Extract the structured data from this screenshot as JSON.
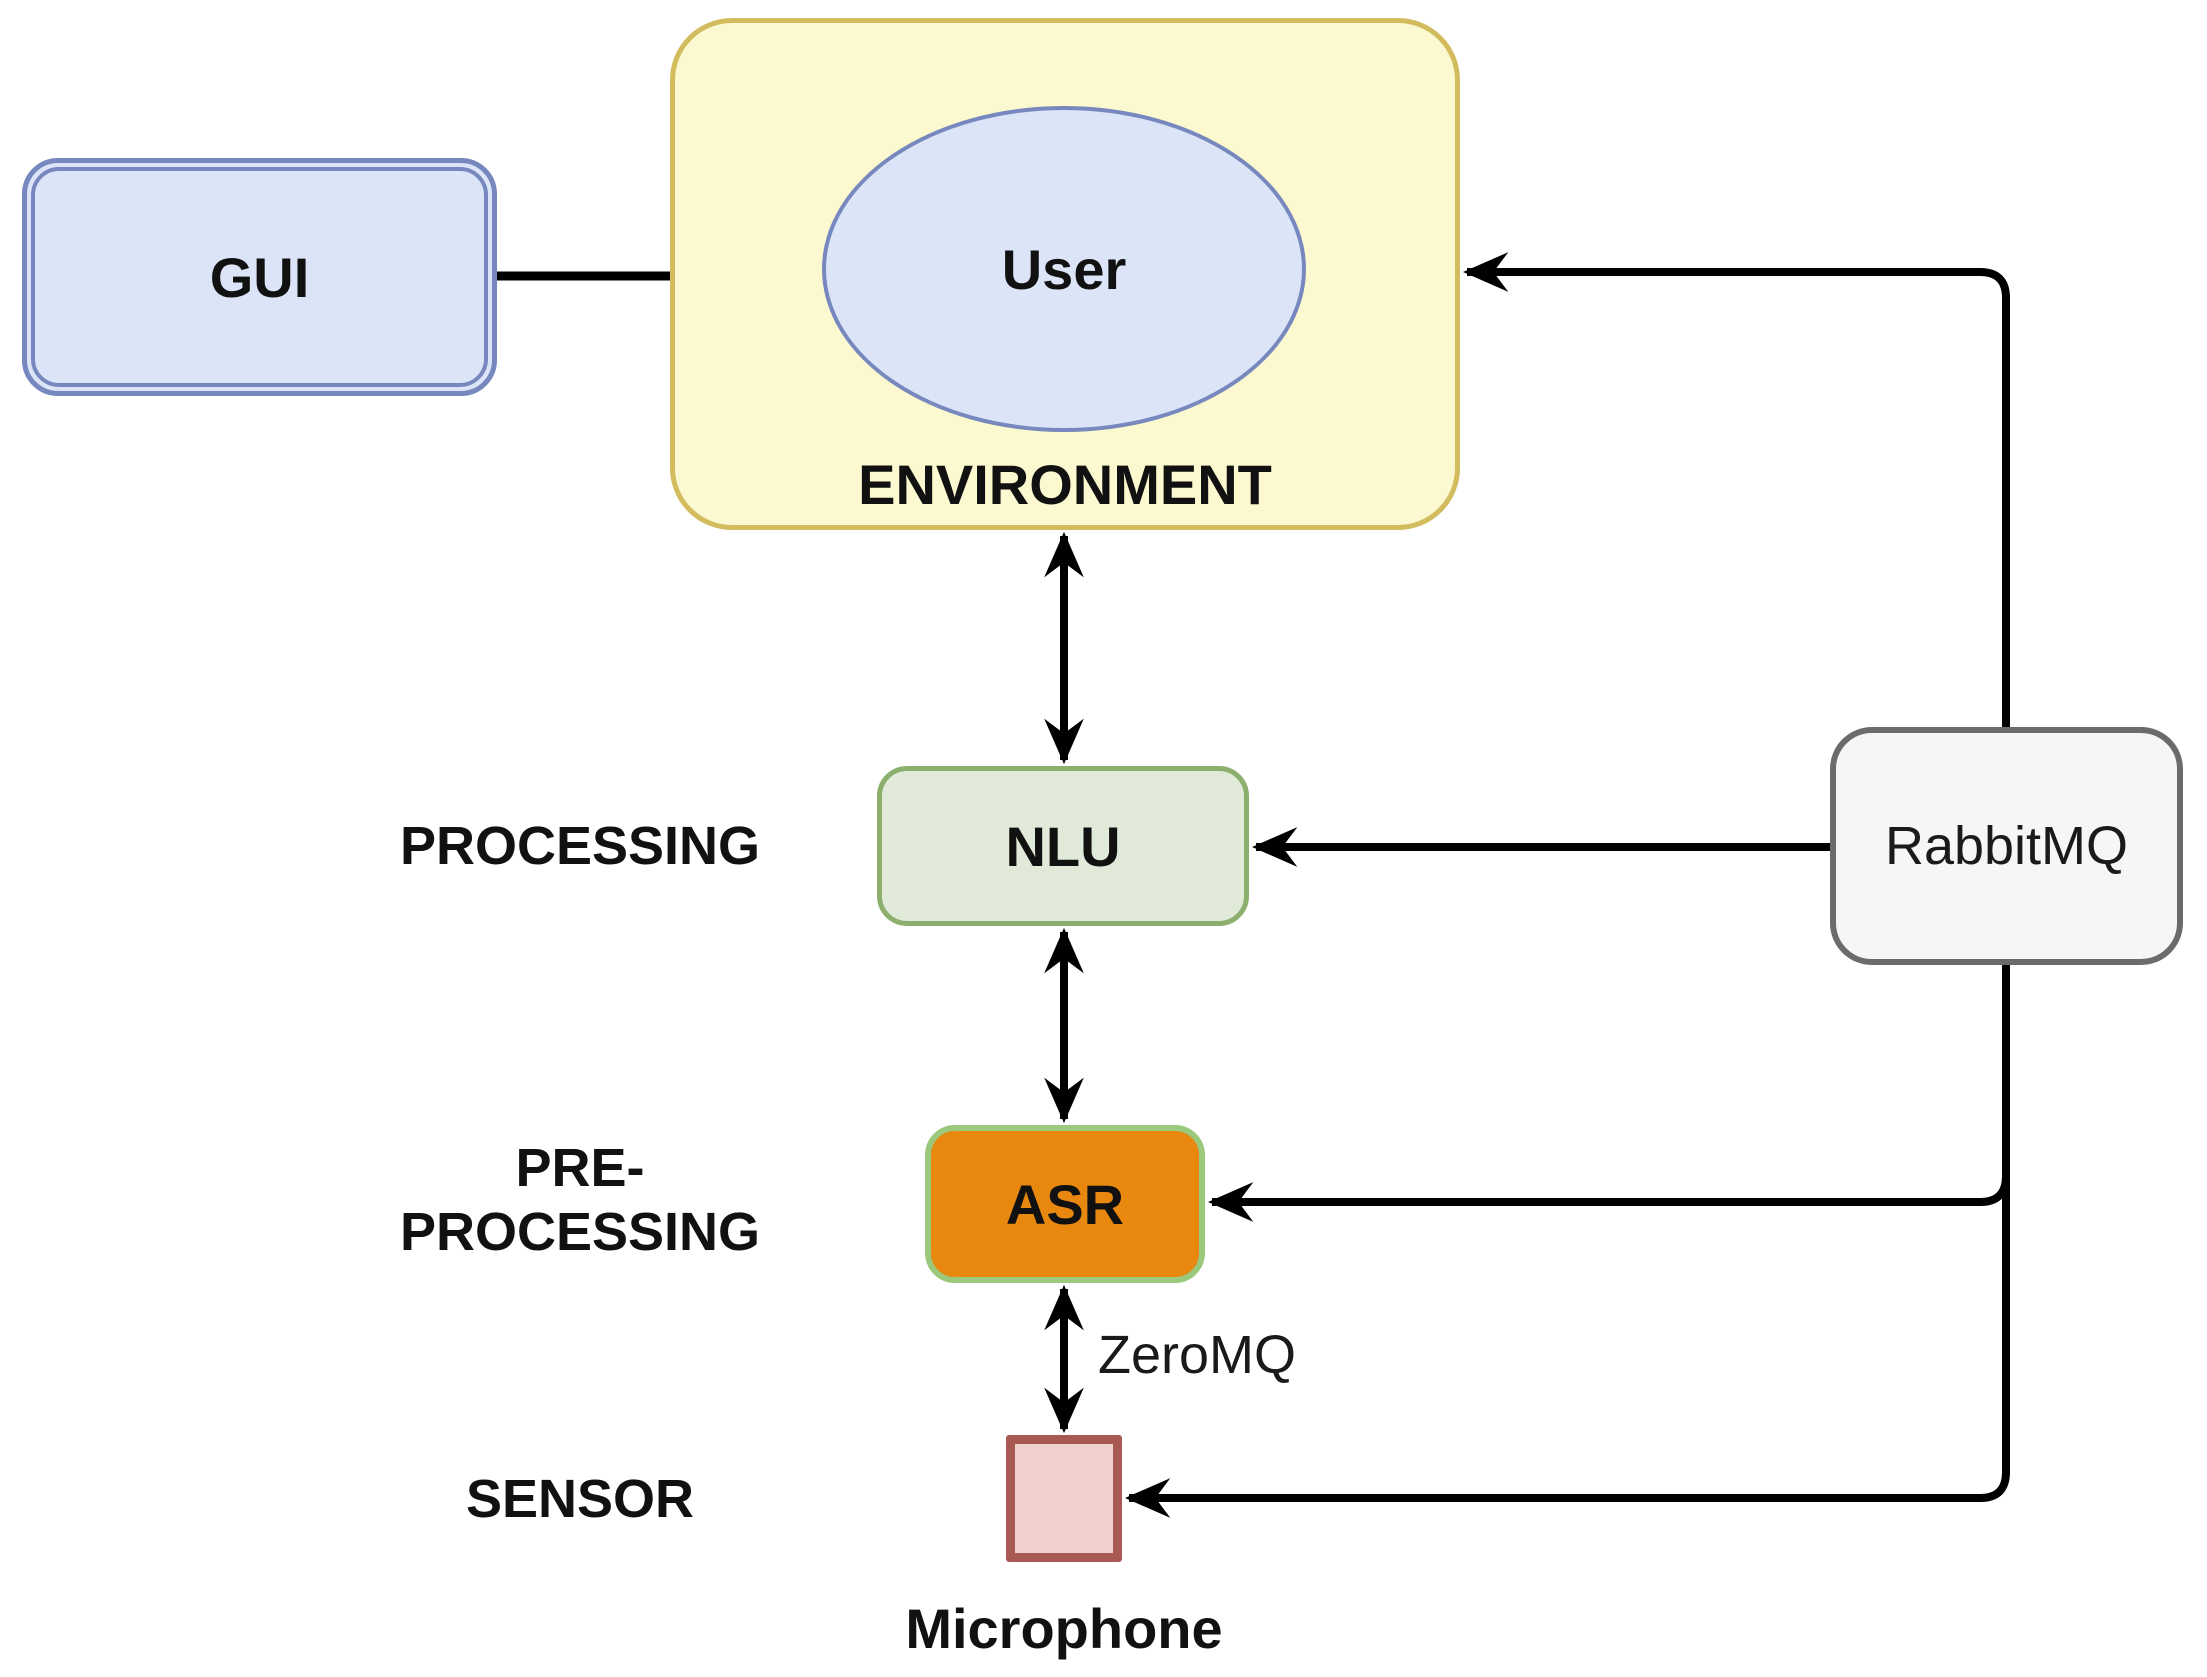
{
  "diagram": {
    "title": "Voice assistant architecture diagram",
    "nodes": {
      "gui": {
        "label": "GUI",
        "fill": "#DCE4F7",
        "stroke": "#7788BE",
        "shape": "rounded-rect-double-border"
      },
      "environment": {
        "label": "ENVIRONMENT",
        "fill": "#FCF8CF",
        "stroke": "#D2BC5E",
        "shape": "rounded-rect"
      },
      "user": {
        "label": "User",
        "fill": "#DCE4F7",
        "stroke": "#7788BE",
        "shape": "ellipse"
      },
      "nlu": {
        "label": "NLU",
        "fill": "#E1EAD8",
        "stroke": "#8CAF6E",
        "shape": "rounded-rect"
      },
      "asr": {
        "label": "ASR",
        "fill": "#E8880F",
        "stroke": "#9BC97B",
        "shape": "rounded-rect"
      },
      "microphone": {
        "label": "Microphone",
        "fill": "#EFD0CD",
        "stroke": "#A85A52",
        "shape": "square"
      },
      "rabbitmq": {
        "label": "RabbitMQ",
        "fill": "#F6F6F6",
        "stroke": "#6B6B6B",
        "shape": "rounded-rect"
      }
    },
    "section_labels": {
      "processing": "PROCESSING",
      "preprocessing": "PRE-\nPROCESSING",
      "sensor": "SENSOR"
    },
    "edge_labels": {
      "zeromq": "ZeroMQ"
    },
    "edges": [
      {
        "from": "gui",
        "to": "environment",
        "style": "plain-line"
      },
      {
        "from": "environment",
        "to": "nlu",
        "style": "double-arrow"
      },
      {
        "from": "nlu",
        "to": "asr",
        "style": "double-arrow"
      },
      {
        "from": "asr",
        "to": "microphone",
        "style": "double-arrow",
        "label": "ZeroMQ"
      },
      {
        "from": "rabbitmq",
        "to": "nlu",
        "style": "arrow"
      },
      {
        "from": "rabbitmq",
        "to": "environment",
        "style": "arrow"
      },
      {
        "from": "rabbitmq",
        "to": "asr",
        "style": "arrow"
      },
      {
        "from": "rabbitmq",
        "to": "microphone",
        "style": "arrow"
      }
    ],
    "arrow_color": "#000000",
    "background": "#ffffff"
  }
}
